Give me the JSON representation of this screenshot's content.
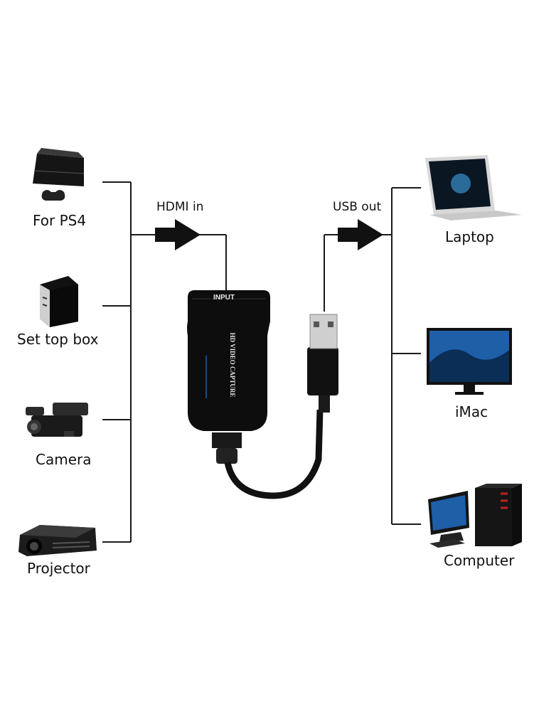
{
  "inputs": {
    "connector_label": "HDMI in",
    "devices": [
      {
        "label": "For PS4",
        "icon": "game-console-icon"
      },
      {
        "label": "Set top box",
        "icon": "set-top-box-icon"
      },
      {
        "label": "Camera",
        "icon": "video-camera-icon"
      },
      {
        "label": "Projector",
        "icon": "projector-icon"
      }
    ]
  },
  "capture_device": {
    "port_label": "INPUT",
    "product_text": "HD VIDEO CAPTURE"
  },
  "outputs": {
    "connector_label": "USB out",
    "devices": [
      {
        "label": "Laptop",
        "icon": "laptop-icon"
      },
      {
        "label": "iMac",
        "icon": "imac-icon"
      },
      {
        "label": "Computer",
        "icon": "desktop-computer-icon"
      }
    ]
  },
  "colors": {
    "line": "#1a1a1a",
    "device_body": "#0d0d0d",
    "screen_blue": "#1e5fa8",
    "accent_red": "#c0202a"
  }
}
